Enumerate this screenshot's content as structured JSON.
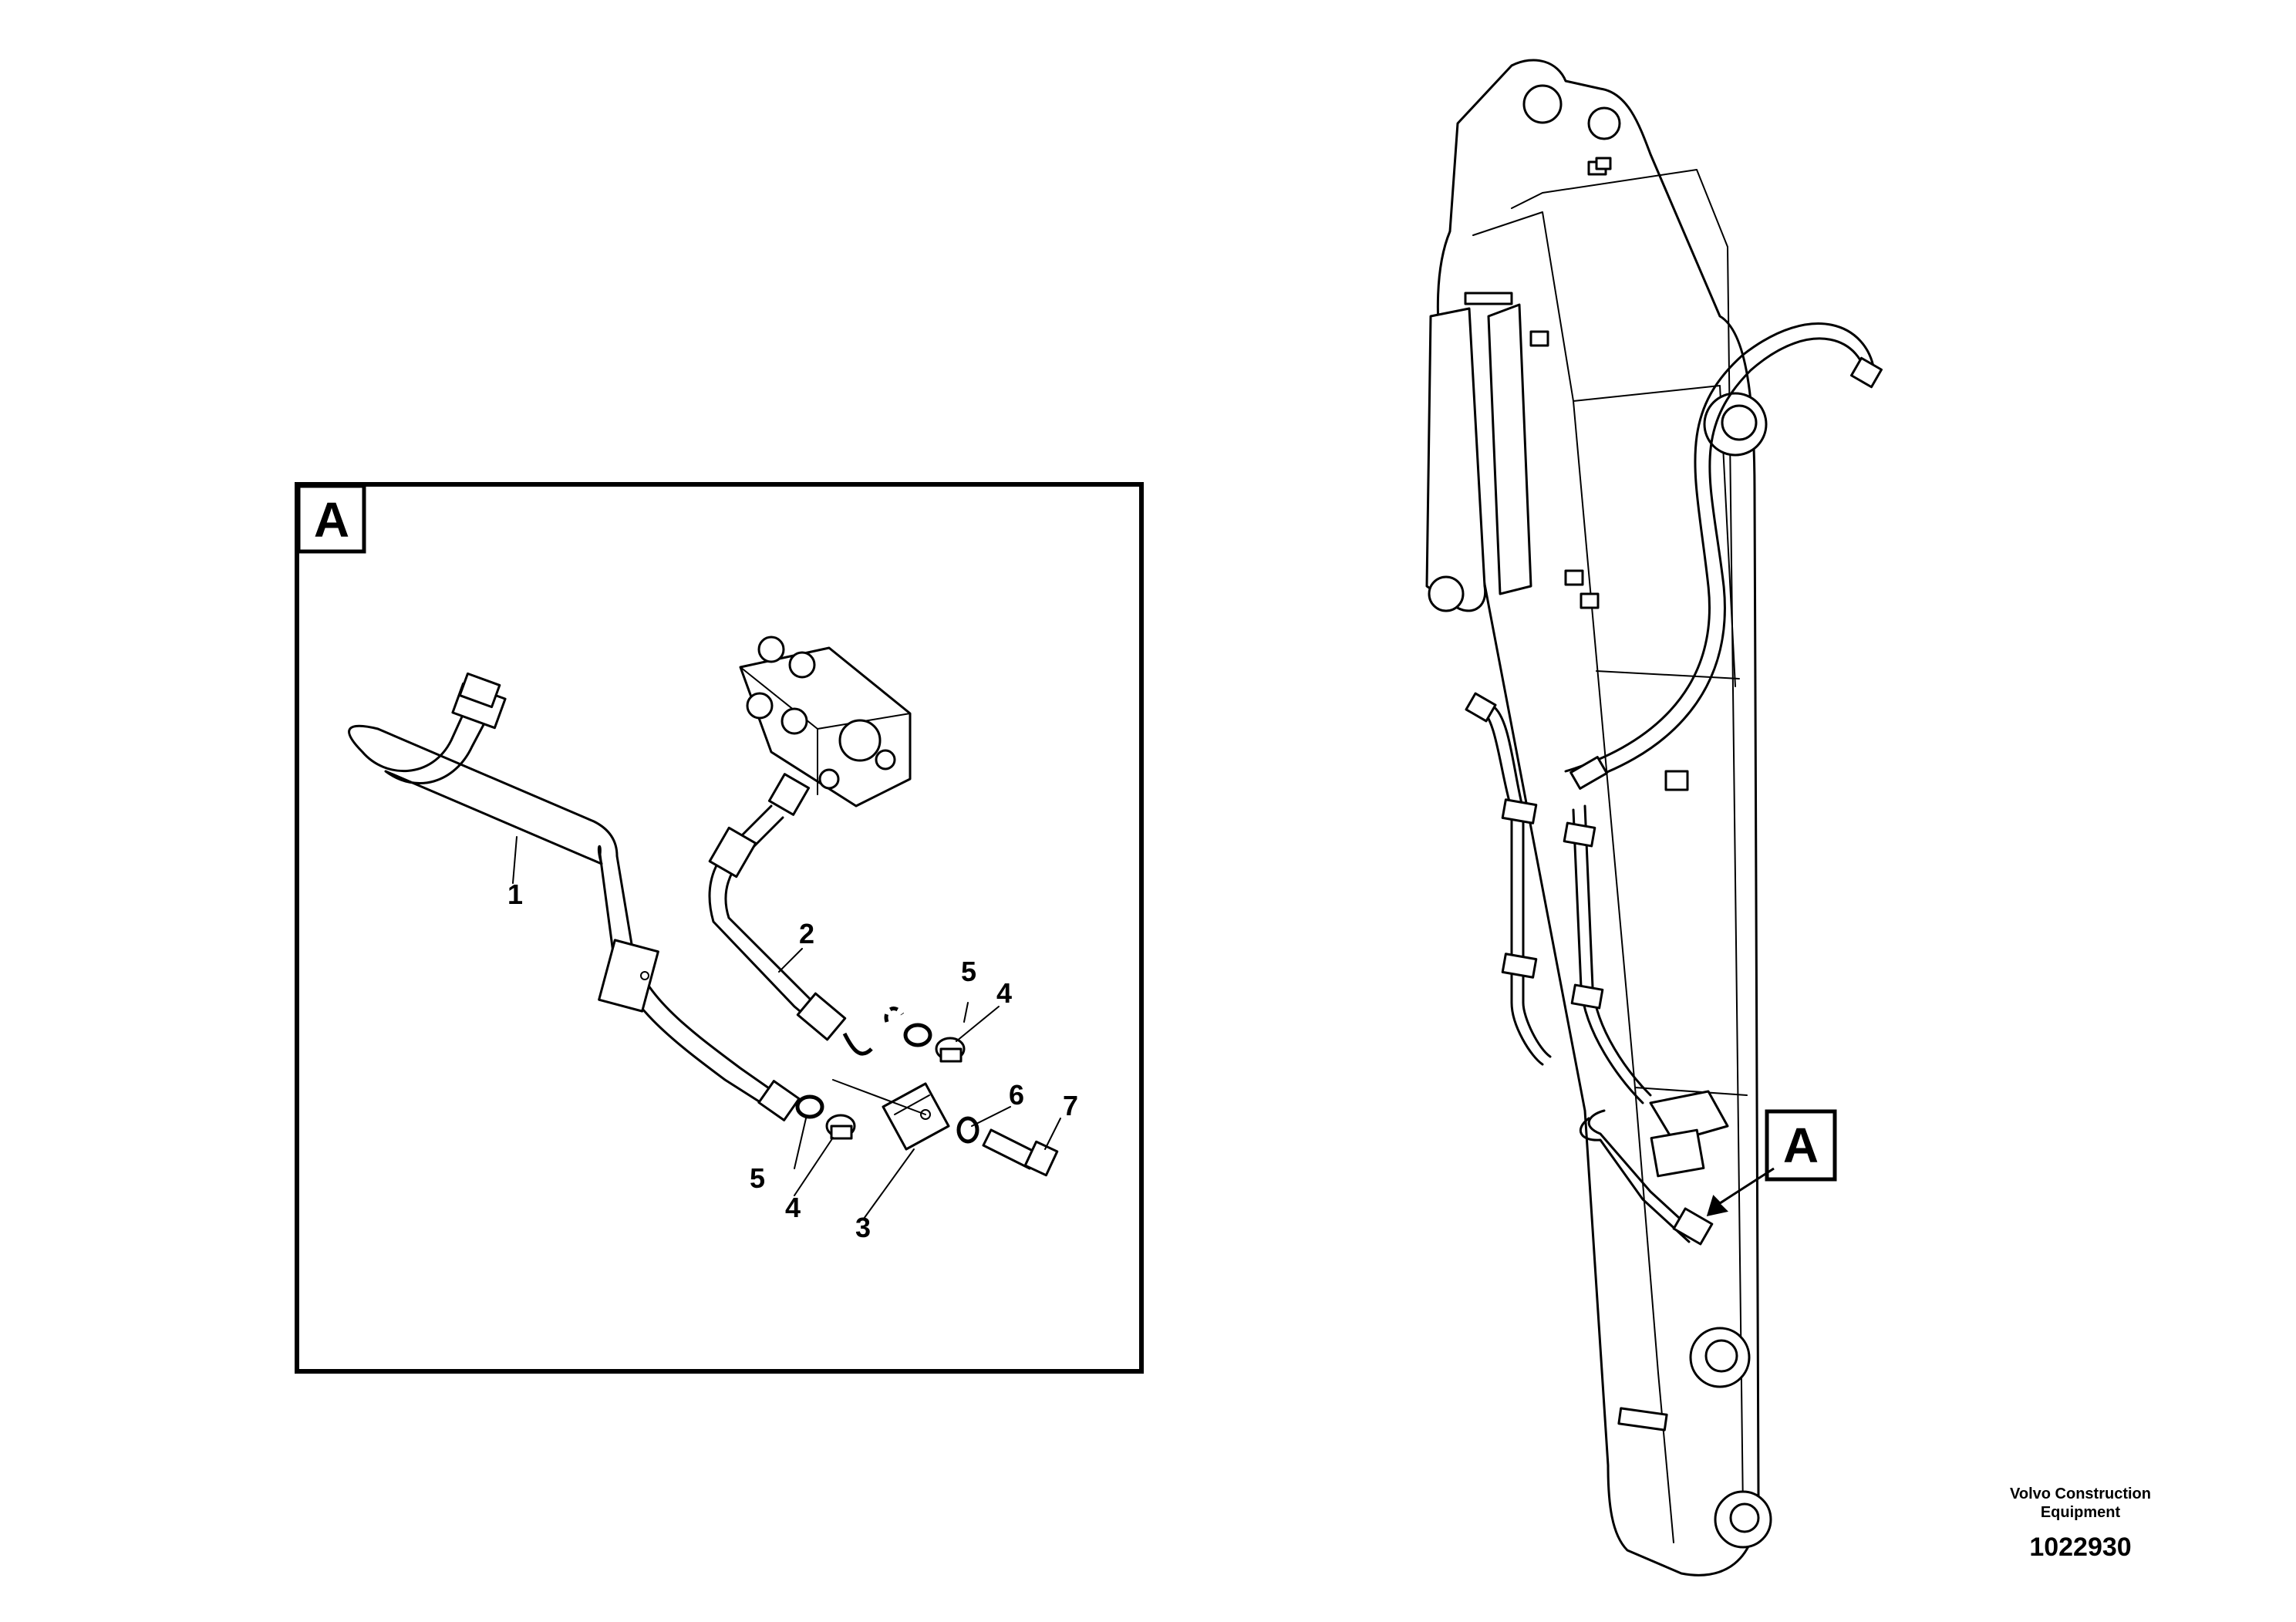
{
  "detail": {
    "label": "A",
    "callouts": [
      "1",
      "2",
      "3",
      "4",
      "4",
      "5",
      "5",
      "6",
      "7"
    ]
  },
  "overview": {
    "detail_ref_label": "A"
  },
  "brand": {
    "line1": "Volvo Construction",
    "line2": "Equipment",
    "drawing_number": "1022930"
  }
}
